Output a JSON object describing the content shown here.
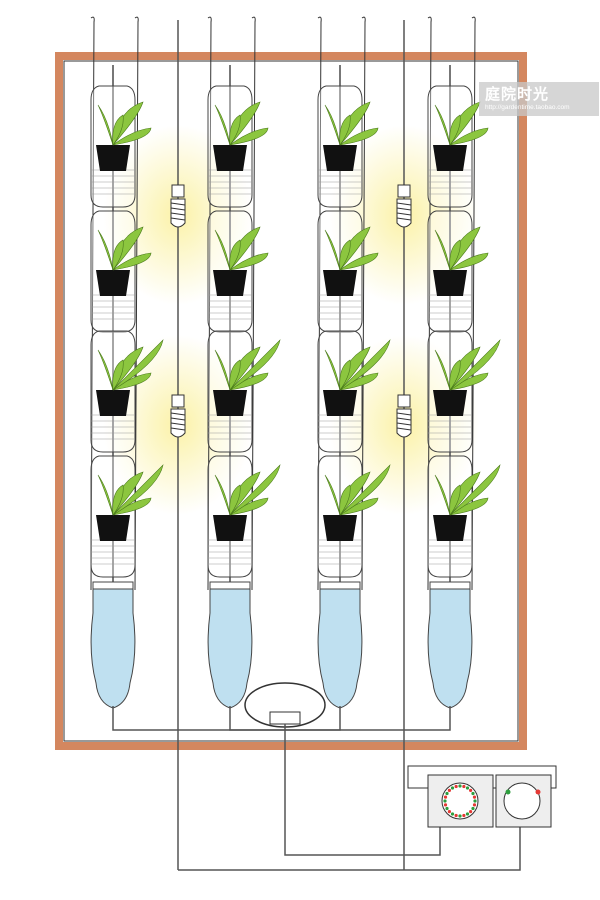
{
  "watermark": {
    "title": "庭院时光",
    "subtitle": "http://gardentime.taobao.com"
  },
  "columns": 4,
  "plant_levels": 4,
  "lamps": 2,
  "bulbs_per_lamp": 2,
  "colors": {
    "frame": "#d4875f",
    "leaf": "#8cc63f",
    "pot": "#111111",
    "water": "#bfe0f0",
    "glow": "#fbf2a8",
    "timer_dot_red": "#e53935",
    "timer_dot_green": "#2e9e3e"
  }
}
